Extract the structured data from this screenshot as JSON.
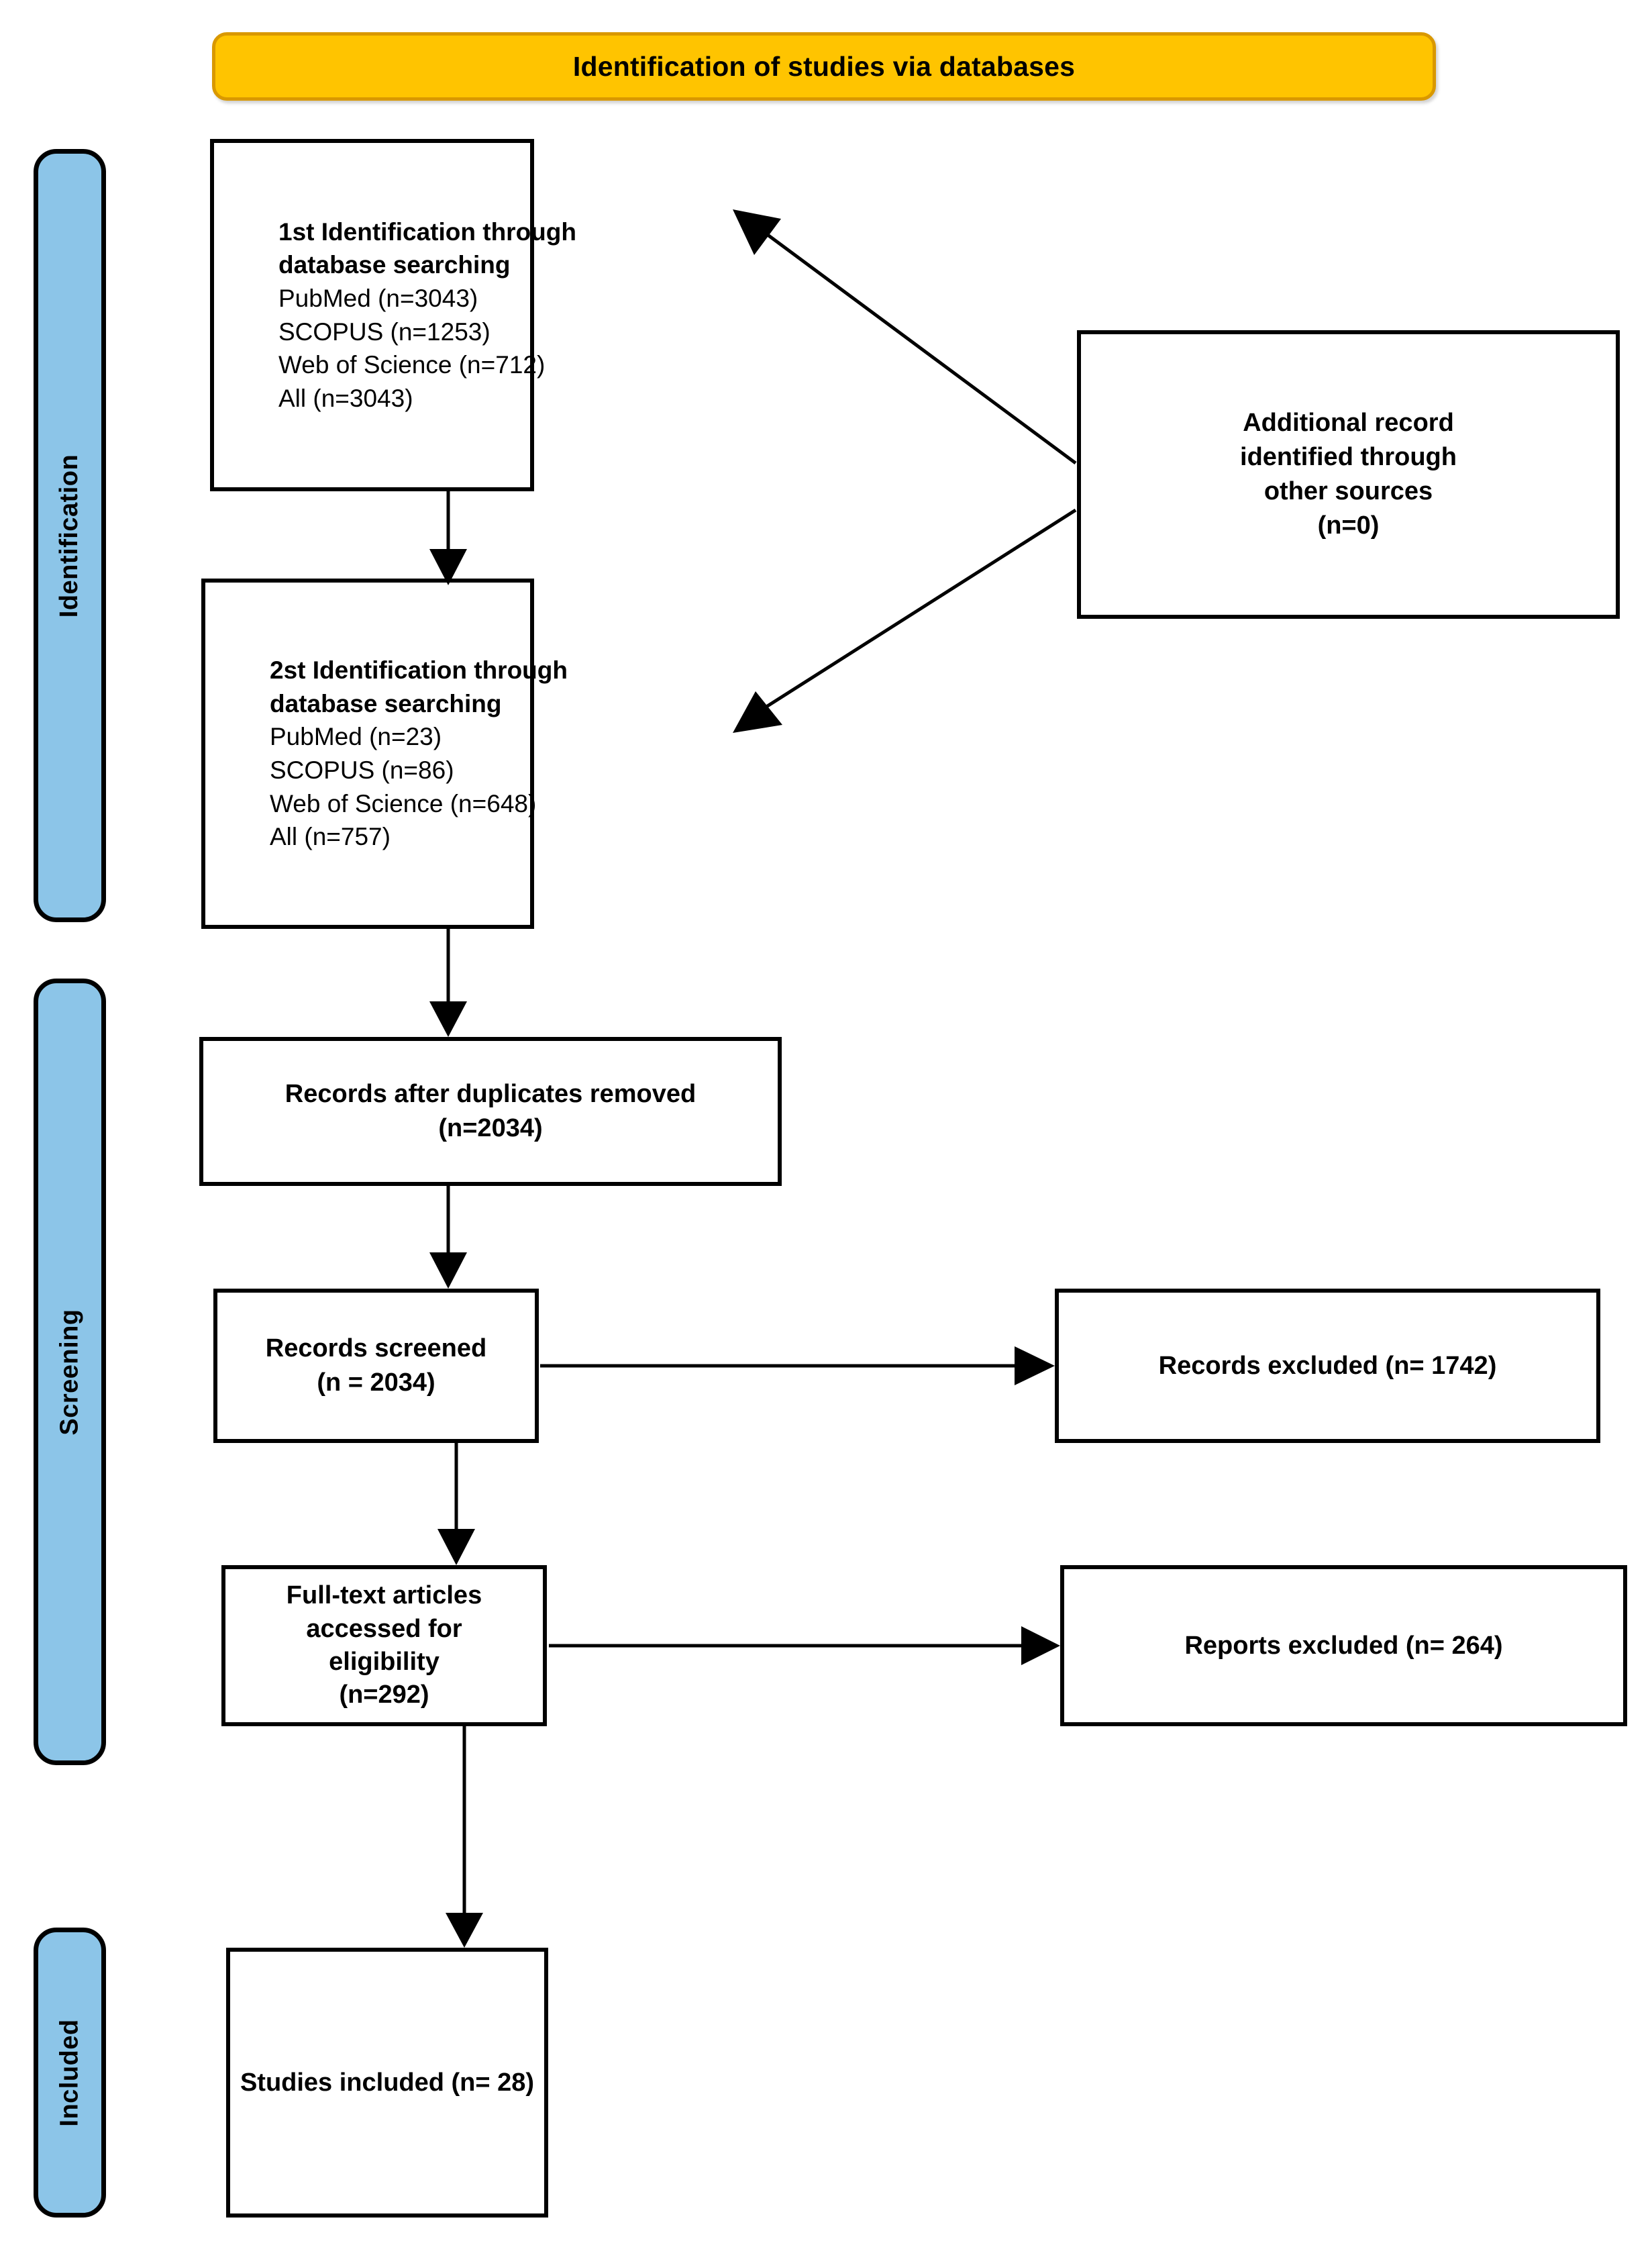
{
  "banner": {
    "title": "Identification of studies via databases"
  },
  "stages": [
    {
      "id": "identification",
      "label": "Identification"
    },
    {
      "id": "screening",
      "label": "Screening"
    },
    {
      "id": "included",
      "label": "Included"
    }
  ],
  "boxes": {
    "identification_first": {
      "heading_line1": "1st Identification through",
      "heading_line2": "database searching",
      "rows": [
        "PubMed (n=3043)",
        "SCOPUS (n=1253)",
        "Web of Science (n=712)",
        "All (n=3043)"
      ]
    },
    "identification_second": {
      "heading_line1": "2st Identification through",
      "heading_line2": "database searching",
      "rows": [
        "PubMed (n=23)",
        "SCOPUS (n=86)",
        "Web of Science (n=648)",
        "All (n=757)"
      ]
    },
    "additional_records": {
      "line1": "Additional record",
      "line2": "identified through",
      "line3": "other sources",
      "line4": "(n=0)"
    },
    "duplicates_removed": {
      "line1": "Records after duplicates removed",
      "line2": "(n=2034)"
    },
    "records_screened": {
      "line1": "Records screened",
      "line2": "(n = 2034)"
    },
    "records_excluded": {
      "line1": "Records excluded (n= 1742)"
    },
    "full_text_assessed": {
      "line1": "Full-text articles accessed  for",
      "line2": "eligibility",
      "line3": "(n=292)"
    },
    "reports_excluded": {
      "line1": "Reports excluded (n= 264)"
    },
    "studies_included": {
      "line1": "Studies included (n= 28)"
    }
  },
  "colors": {
    "banner_fill": "#FFC400",
    "banner_border": "#D99800",
    "stage_bar_fill": "#8CC5E8",
    "box_border": "#000000",
    "connector": "#000000"
  },
  "chart_data": {
    "type": "flowchart",
    "title": "Identification of studies via databases",
    "nodes": [
      {
        "id": "identification_first",
        "stage": "Identification",
        "n_total": 3043,
        "sources": {
          "PubMed": 3043,
          "SCOPUS": 1253,
          "Web of Science": 712
        }
      },
      {
        "id": "additional_records",
        "stage": "Identification",
        "n_total": 0
      },
      {
        "id": "identification_second",
        "stage": "Identification",
        "n_total": 757,
        "sources": {
          "PubMed": 23,
          "SCOPUS": 86,
          "Web of Science": 648
        }
      },
      {
        "id": "duplicates_removed",
        "stage": "Screening",
        "n_total": 2034
      },
      {
        "id": "records_screened",
        "stage": "Screening",
        "n_total": 2034
      },
      {
        "id": "records_excluded",
        "stage": "Screening",
        "n_total": 1742
      },
      {
        "id": "full_text_assessed",
        "stage": "Screening",
        "n_total": 292
      },
      {
        "id": "reports_excluded",
        "stage": "Screening",
        "n_total": 264
      },
      {
        "id": "studies_included",
        "stage": "Included",
        "n_total": 28
      }
    ],
    "edges": [
      {
        "from": "identification_first",
        "to": "identification_second"
      },
      {
        "from": "additional_records",
        "to": "identification_first"
      },
      {
        "from": "additional_records",
        "to": "identification_second"
      },
      {
        "from": "identification_second",
        "to": "duplicates_removed"
      },
      {
        "from": "duplicates_removed",
        "to": "records_screened"
      },
      {
        "from": "records_screened",
        "to": "records_excluded"
      },
      {
        "from": "records_screened",
        "to": "full_text_assessed"
      },
      {
        "from": "full_text_assessed",
        "to": "reports_excluded"
      },
      {
        "from": "full_text_assessed",
        "to": "studies_included"
      }
    ]
  }
}
